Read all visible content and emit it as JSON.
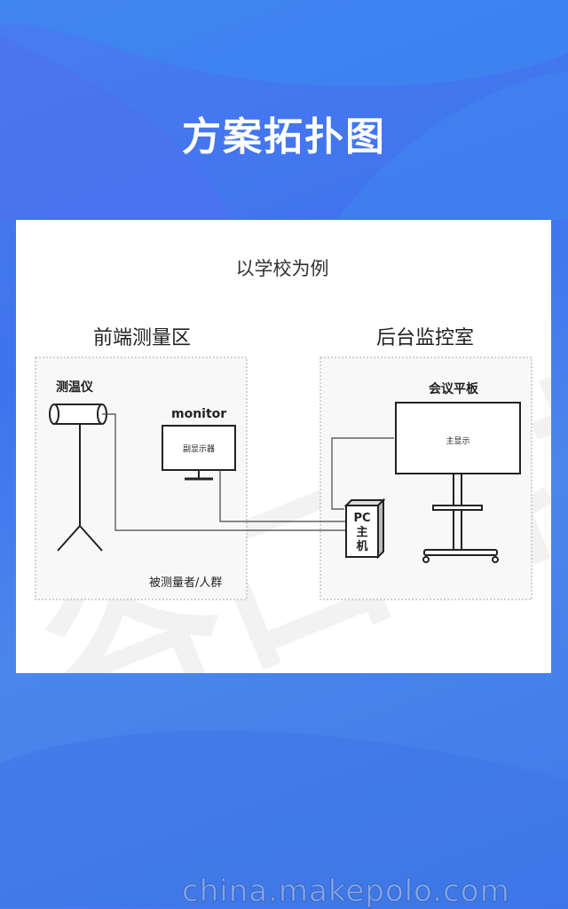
{
  "page_title": "方案拓扑图",
  "diagram": {
    "subtitle": "以学校为例",
    "front_zone": {
      "title": "前端测量区",
      "thermometer_label": "测温仪",
      "monitor_label": "monitor",
      "sub_display_label": "副显示器",
      "people_label": "被测量者/人群"
    },
    "back_zone": {
      "title": "后台监控室",
      "tablet_label": "会议平板",
      "main_display_label": "主显示",
      "pc_line1": "PC",
      "pc_line2": "主",
      "pc_line3": "机"
    },
    "background_watermark": "谷口科技"
  },
  "footer_watermark": "china.makepolo.com"
}
